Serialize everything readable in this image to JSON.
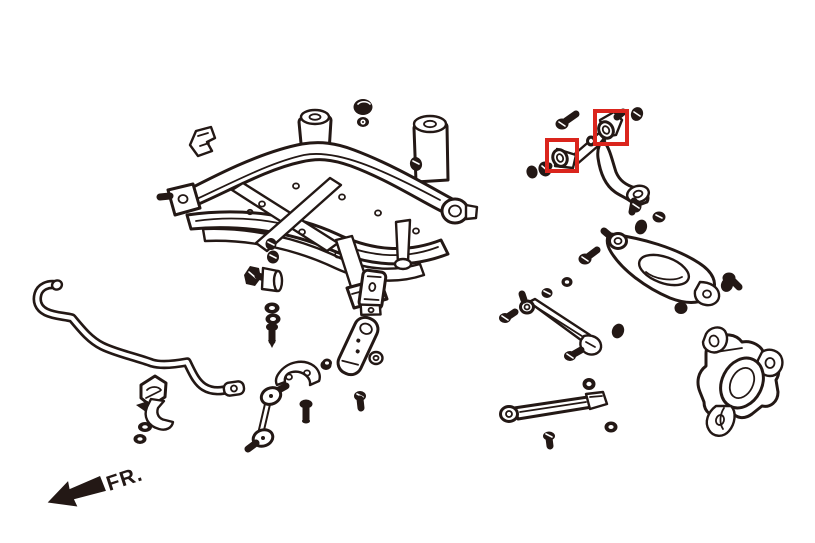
{
  "window": {
    "background": "#ffffff"
  },
  "diagram": {
    "type": "exploded-parts-diagram",
    "subject": "rear-suspension-assembly",
    "ink_color": "#231815",
    "highlight_color": "#da251d",
    "direction_label": "FR.",
    "highlights": [
      {
        "part": "upper-control-arm-rear-bushing"
      },
      {
        "part": "upper-control-arm-front-bushing"
      }
    ],
    "parts": [
      "rear-subframe",
      "stabilizer-bar",
      "stabilizer-bushing",
      "stabilizer-bracket",
      "stabilizer-end-link",
      "upper-control-arm",
      "lower-control-arm",
      "toe-arm",
      "trailing-rod",
      "rear-knuckle",
      "bolts-nuts-washers",
      "front-direction-arrow"
    ]
  }
}
